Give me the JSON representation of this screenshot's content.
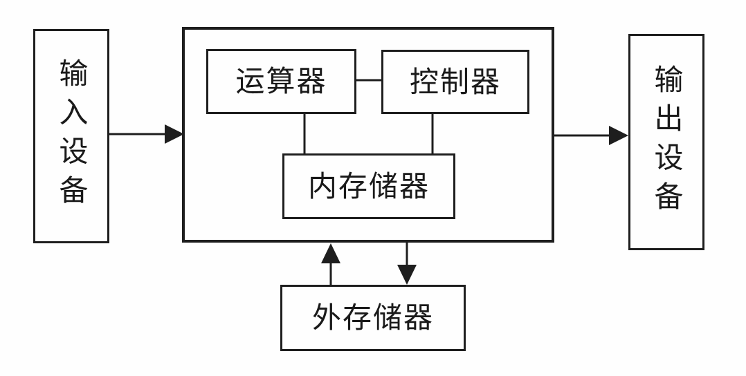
{
  "diagram": {
    "type": "block-diagram",
    "subject": "computer-hardware-architecture",
    "boxes": {
      "input_device": {
        "label": "输入设备"
      },
      "alu": {
        "label": "运算器"
      },
      "control_unit": {
        "label": "控制器"
      },
      "internal_memory": {
        "label": "内存储器"
      },
      "external_memory": {
        "label": "外存储器"
      },
      "output_device": {
        "label": "输出设备"
      }
    },
    "connections": [
      {
        "from": "input_device",
        "to": "host",
        "style": "arrow"
      },
      {
        "from": "alu",
        "to": "control_unit",
        "style": "line"
      },
      {
        "from": "alu",
        "to": "internal_memory",
        "style": "line"
      },
      {
        "from": "control_unit",
        "to": "internal_memory",
        "style": "line"
      },
      {
        "from": "external_memory",
        "to": "host",
        "style": "arrow"
      },
      {
        "from": "host",
        "to": "external_memory",
        "style": "arrow"
      },
      {
        "from": "host",
        "to": "output_device",
        "style": "arrow"
      }
    ],
    "colors": {
      "line": "#1e1e1e",
      "text": "#1a1a1a",
      "background": "#fefefe"
    }
  }
}
